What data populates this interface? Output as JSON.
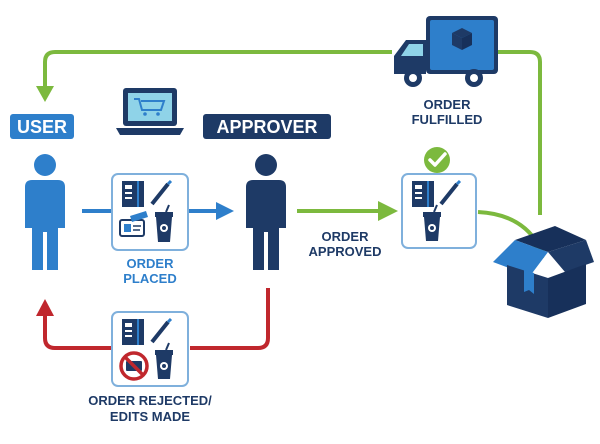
{
  "roles": {
    "user": "USER",
    "approver": "APPROVER"
  },
  "stages": {
    "placed": {
      "line1": "ORDER",
      "line2": "PLACED"
    },
    "approved": {
      "line1": "ORDER",
      "line2": "APPROVED"
    },
    "fulfilled": {
      "line1": "ORDER",
      "line2": "FULFILLED"
    },
    "rejected": {
      "line1": "ORDER REJECTED/",
      "line2": "EDITS MADE"
    }
  },
  "colors": {
    "navy": "#1e3a66",
    "blue": "#2e7fcb",
    "green": "#7cb93e",
    "red": "#c0272d",
    "box_border": "#7fb0dc",
    "laptop_screen": "#8fd3e8"
  },
  "icons": [
    "laptop-cart-icon",
    "truck-icon",
    "open-box-icon",
    "check-badge-icon",
    "no-symbol-icon"
  ]
}
